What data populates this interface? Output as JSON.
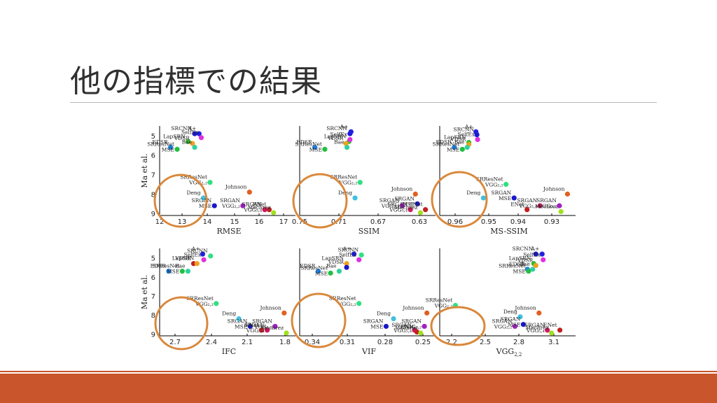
{
  "slide": {
    "title": "他の指標での結果"
  },
  "colors": {
    "highlight_circle": "#d9883b",
    "footer": "#c8552b"
  },
  "chart_data": [
    {
      "type": "scatter",
      "xlabel": "RMSE",
      "ylabel": "Ma et al.",
      "x_ticks": [
        "12",
        "13",
        "14",
        "15",
        "16",
        "17",
        "0.75"
      ],
      "y_ticks": [
        "5",
        "6",
        "7",
        "8",
        "9"
      ],
      "points": [
        {
          "label": "SRCNN",
          "x": 13.6,
          "y": 4.9,
          "color": "#1a1ad6"
        },
        {
          "label": "A+",
          "x": 13.8,
          "y": 4.9,
          "color": "#2020e0"
        },
        {
          "label": "LapSRN",
          "x": 13.3,
          "y": 5.3,
          "color": "#30c030"
        },
        {
          "label": "SelfEx",
          "x": 13.9,
          "y": 5.1,
          "color": "#e030e0"
        },
        {
          "label": "EDSR",
          "x": 12.5,
          "y": 5.6,
          "color": "#2080e0"
        },
        {
          "label": "VDSR",
          "x": 13.5,
          "y": 5.4,
          "color": "#f0a020"
        },
        {
          "label": "Bae",
          "x": 13.6,
          "y": 5.6,
          "color": "#30d0a0"
        },
        {
          "label": "SRResNet MSE",
          "x": 12.8,
          "y": 5.7,
          "color": "#20c040"
        },
        {
          "label": "SRResNet VGG22",
          "x": 14.3,
          "y": 7.4,
          "color": "#30e080"
        },
        {
          "label": "Deng",
          "x": 14.0,
          "y": 8.2,
          "color": "#40c0e0"
        },
        {
          "label": "SRGAN MSE",
          "x": 14.5,
          "y": 8.6,
          "color": "#1818c8"
        },
        {
          "label": "SRGAN VGG22",
          "x": 15.8,
          "y": 8.6,
          "color": "#a020c0"
        },
        {
          "label": "Johnson",
          "x": 16.1,
          "y": 7.9,
          "color": "#e06020"
        },
        {
          "label": "SRGAN VGG54",
          "x": 16.8,
          "y": 8.8,
          "color": "#d01860"
        },
        {
          "label": "ENet",
          "x": 17.0,
          "y": 8.8,
          "color": "#c02020"
        },
        {
          "label": "Mechrez",
          "x": 17.2,
          "y": 9.0,
          "color": "#a0e020"
        }
      ]
    },
    {
      "type": "scatter",
      "xlabel": "SSIM",
      "ylabel": "",
      "x_ticks": [
        "0.71",
        "0.67",
        "0.63"
      ],
      "y_ticks": [],
      "points": [
        {
          "label": "SRCNN",
          "x": 0.7,
          "y": 4.9,
          "color": "#1a1ad6"
        },
        {
          "label": "A+",
          "x": 0.699,
          "y": 4.8,
          "color": "#2020e0"
        },
        {
          "label": "LapSRN",
          "x": 0.701,
          "y": 5.3,
          "color": "#30c030"
        },
        {
          "label": "SelfEx",
          "x": 0.7,
          "y": 5.2,
          "color": "#e030e0"
        },
        {
          "label": "EDSR",
          "x": 0.735,
          "y": 5.6,
          "color": "#2080e0"
        },
        {
          "label": "VDSR",
          "x": 0.704,
          "y": 5.4,
          "color": "#f0a020"
        },
        {
          "label": "Bae",
          "x": 0.703,
          "y": 5.6,
          "color": "#30d0a0"
        },
        {
          "label": "SRResNet MSE",
          "x": 0.725,
          "y": 5.7,
          "color": "#20c040"
        },
        {
          "label": "SRResNet VGG22",
          "x": 0.69,
          "y": 7.4,
          "color": "#30e080"
        },
        {
          "label": "Deng",
          "x": 0.695,
          "y": 8.2,
          "color": "#40c0e0"
        },
        {
          "label": "SRGAN MSE",
          "x": 0.633,
          "y": 8.5,
          "color": "#1818c8"
        },
        {
          "label": "SRGAN VGG22",
          "x": 0.648,
          "y": 8.6,
          "color": "#a020c0"
        },
        {
          "label": "Johnson",
          "x": 0.635,
          "y": 8.0,
          "color": "#e06020"
        },
        {
          "label": "SRGAN VGG54",
          "x": 0.64,
          "y": 8.8,
          "color": "#d01860"
        },
        {
          "label": "ENet",
          "x": 0.625,
          "y": 8.8,
          "color": "#c02020"
        },
        {
          "label": "Mechrez",
          "x": 0.63,
          "y": 9.0,
          "color": "#a0e020"
        }
      ]
    },
    {
      "type": "scatter",
      "xlabel": "MS-SSIM",
      "ylabel": "",
      "x_ticks": [
        "0.96",
        "0.95",
        "0.94",
        "0.93"
      ],
      "y_ticks": [],
      "points": [
        {
          "label": "A+",
          "x": 0.9588,
          "y": 4.8,
          "color": "#2020e0"
        },
        {
          "label": "SRCNN",
          "x": 0.9585,
          "y": 4.95,
          "color": "#1a1ad6"
        },
        {
          "label": "SelfEx",
          "x": 0.9583,
          "y": 5.2,
          "color": "#e030e0"
        },
        {
          "label": "LapSRN",
          "x": 0.961,
          "y": 5.35,
          "color": "#30c030"
        },
        {
          "label": "EDSR",
          "x": 0.9655,
          "y": 5.6,
          "color": "#2080e0"
        },
        {
          "label": "VDSR",
          "x": 0.961,
          "y": 5.45,
          "color": "#f0a020"
        },
        {
          "label": "Bae",
          "x": 0.9615,
          "y": 5.6,
          "color": "#30d0a0"
        },
        {
          "label": "SRResNet MSE",
          "x": 0.963,
          "y": 5.7,
          "color": "#20c040"
        },
        {
          "label": "SRResNet VGG22",
          "x": 0.9495,
          "y": 7.5,
          "color": "#30e080"
        },
        {
          "label": "Deng",
          "x": 0.9565,
          "y": 8.2,
          "color": "#40c0e0"
        },
        {
          "label": "SRGAN MSE",
          "x": 0.947,
          "y": 8.2,
          "color": "#1818c8"
        },
        {
          "label": "ENet",
          "x": 0.943,
          "y": 8.8,
          "color": "#c02020"
        },
        {
          "label": "SRGAN VGG54",
          "x": 0.939,
          "y": 8.6,
          "color": "#d01860"
        },
        {
          "label": "Mechrez",
          "x": 0.9325,
          "y": 8.9,
          "color": "#a0e020"
        },
        {
          "label": "SRGAN VGG22",
          "x": 0.933,
          "y": 8.6,
          "color": "#a020c0"
        },
        {
          "label": "Johnson",
          "x": 0.9305,
          "y": 8.0,
          "color": "#e06020"
        }
      ]
    },
    {
      "type": "scatter",
      "xlabel": "IFC",
      "ylabel": "Ma et al.",
      "x_ticks": [
        "2.7",
        "2.4",
        "2.1",
        "1.8"
      ],
      "y_ticks": [
        "5",
        "6",
        "7",
        "8",
        "9"
      ],
      "points": [
        {
          "label": "A+",
          "x": 2.52,
          "y": 4.8,
          "color": "#2020e0"
        },
        {
          "label": "SRCNN",
          "x": 2.45,
          "y": 4.9,
          "color": "#30e080"
        },
        {
          "label": "SelfEx",
          "x": 2.51,
          "y": 5.1,
          "color": "#e030e0"
        },
        {
          "label": "VDSR",
          "x": 2.6,
          "y": 5.3,
          "color": "#c02020"
        },
        {
          "label": "LapSRN",
          "x": 2.57,
          "y": 5.3,
          "color": "#f0a020"
        },
        {
          "label": "EDSR",
          "x": 2.82,
          "y": 5.7,
          "color": "#2080e0"
        },
        {
          "label": "Bae",
          "x": 2.65,
          "y": 5.7,
          "color": "#30d0a0"
        },
        {
          "label": "SRResNet MSE",
          "x": 2.7,
          "y": 5.7,
          "color": "#20c040"
        },
        {
          "label": "SRResNet VGG22",
          "x": 2.4,
          "y": 7.4,
          "color": "#30e080"
        },
        {
          "label": "Deng",
          "x": 2.2,
          "y": 8.2,
          "color": "#40c0e0"
        },
        {
          "label": "SRGAN MSE",
          "x": 2.1,
          "y": 8.6,
          "color": "#1818c8"
        },
        {
          "label": "Johnson",
          "x": 1.8,
          "y": 7.9,
          "color": "#e06020"
        },
        {
          "label": "SRGAN VGG22",
          "x": 1.88,
          "y": 8.6,
          "color": "#a020c0"
        },
        {
          "label": "ENet",
          "x": 2.0,
          "y": 8.8,
          "color": "#c02020"
        },
        {
          "label": "SRGAN VGG54",
          "x": 1.95,
          "y": 8.8,
          "color": "#d01860"
        },
        {
          "label": "Mechrez",
          "x": 1.78,
          "y": 9.0,
          "color": "#a0e020"
        }
      ]
    },
    {
      "type": "scatter",
      "xlabel": "VIF",
      "ylabel": "",
      "x_ticks": [
        "0.34",
        "0.31",
        "0.28",
        "0.25"
      ],
      "y_ticks": [],
      "points": [
        {
          "label": "A+",
          "x": 0.306,
          "y": 4.8,
          "color": "#2020e0"
        },
        {
          "label": "SRCNN",
          "x": 0.3,
          "y": 4.85,
          "color": "#30e080"
        },
        {
          "label": "SelfEx",
          "x": 0.302,
          "y": 5.1,
          "color": "#e030e0"
        },
        {
          "label": "LapSRN",
          "x": 0.312,
          "y": 5.3,
          "color": "#f0a020"
        },
        {
          "label": "EDSR",
          "x": 0.335,
          "y": 5.7,
          "color": "#2080e0"
        },
        {
          "label": "Bae",
          "x": 0.318,
          "y": 5.7,
          "color": "#30d0a0"
        },
        {
          "label": "VDSR",
          "x": 0.312,
          "y": 5.5,
          "color": "#1818c8"
        },
        {
          "label": "SRResNet MSE",
          "x": 0.325,
          "y": 5.8,
          "color": "#20c040"
        },
        {
          "label": "SRResNet VGG22",
          "x": 0.302,
          "y": 7.4,
          "color": "#30e080"
        },
        {
          "label": "Deng",
          "x": 0.274,
          "y": 8.2,
          "color": "#40c0e0"
        },
        {
          "label": "SRGAN MSE",
          "x": 0.28,
          "y": 8.6,
          "color": "#1818c8"
        },
        {
          "label": "Johnson",
          "x": 0.247,
          "y": 7.9,
          "color": "#e06020"
        },
        {
          "label": "SRGAN VGG54",
          "x": 0.257,
          "y": 8.8,
          "color": "#d01860"
        },
        {
          "label": "SRGAN VGG22",
          "x": 0.249,
          "y": 8.6,
          "color": "#a020c0"
        },
        {
          "label": "ENet",
          "x": 0.255,
          "y": 8.9,
          "color": "#c02020"
        },
        {
          "label": "Mechrez",
          "x": 0.252,
          "y": 9.0,
          "color": "#a0e020"
        }
      ]
    },
    {
      "type": "scatter",
      "xlabel": "VGG2,2",
      "ylabel": "",
      "x_ticks": [
        "2.2",
        "2.5",
        "2.8",
        "3.1"
      ],
      "y_ticks": [],
      "points": [
        {
          "label": "SRCNN",
          "x": 2.87,
          "y": 4.8,
          "color": "#1a1ad6"
        },
        {
          "label": "A+",
          "x": 2.93,
          "y": 4.8,
          "color": "#2020e0"
        },
        {
          "label": "SelfEx",
          "x": 2.94,
          "y": 5.1,
          "color": "#e030e0"
        },
        {
          "label": "LapSRN",
          "x": 2.85,
          "y": 5.3,
          "color": "#30c030"
        },
        {
          "label": "VDSR",
          "x": 2.87,
          "y": 5.4,
          "color": "#f0a020"
        },
        {
          "label": "EDSR",
          "x": 2.79,
          "y": 5.6,
          "color": "#2080e0"
        },
        {
          "label": "Bae",
          "x": 2.84,
          "y": 5.6,
          "color": "#30d0a0"
        },
        {
          "label": "SRResNet MSE",
          "x": 2.8,
          "y": 5.7,
          "color": "#20c040"
        },
        {
          "label": "SRResNet VGG22",
          "x": 2.1,
          "y": 7.5,
          "color": "#30e080"
        },
        {
          "label": "Deng",
          "x": 2.72,
          "y": 8.1,
          "color": "#40c0e0"
        },
        {
          "label": "SRGAN VGG22",
          "x": 2.67,
          "y": 8.6,
          "color": "#a020c0"
        },
        {
          "label": "SRGAN MSE",
          "x": 2.75,
          "y": 8.5,
          "color": "#1818c8"
        },
        {
          "label": "Johnson",
          "x": 2.9,
          "y": 7.9,
          "color": "#e06020"
        },
        {
          "label": "SRGAN VGG54",
          "x": 2.98,
          "y": 8.8,
          "color": "#d01860"
        },
        {
          "label": "ENet",
          "x": 3.1,
          "y": 8.8,
          "color": "#c02020"
        },
        {
          "label": "Mechrez",
          "x": 3.02,
          "y": 9.0,
          "color": "#a0e020"
        }
      ]
    }
  ]
}
